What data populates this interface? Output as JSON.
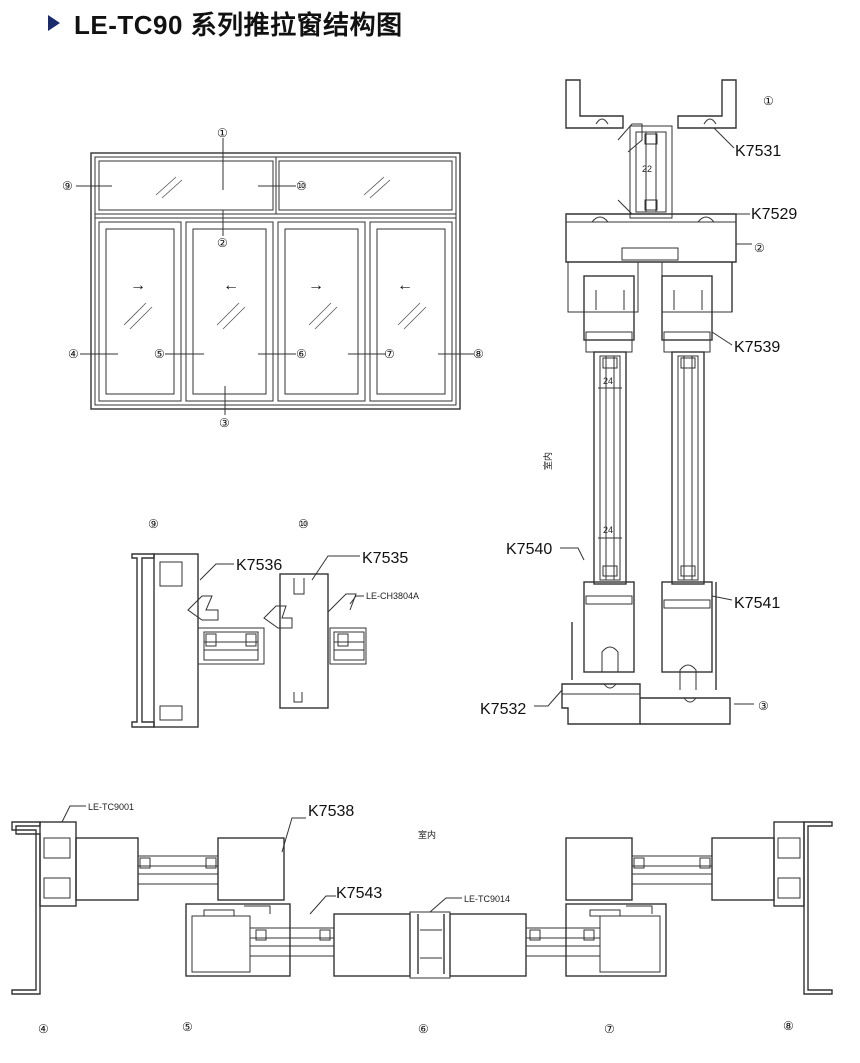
{
  "header": {
    "title": "LE-TC90 系列推拉窗结构图"
  },
  "elevation": {
    "callouts": [
      "①",
      "②",
      "③",
      "④",
      "⑤",
      "⑥",
      "⑦",
      "⑧",
      "⑨",
      "⑩"
    ],
    "arrows": [
      "→",
      "←",
      "→",
      "←"
    ]
  },
  "vertical_section": {
    "callouts": {
      "top": "①",
      "mid": "②",
      "bottom": "③"
    },
    "profiles": [
      "K7531",
      "K7529",
      "K7539",
      "K7540",
      "K7541",
      "K7532"
    ],
    "dims": [
      "22",
      "24",
      "24"
    ],
    "interior": "室内"
  },
  "transom_section": {
    "callouts": {
      "left": "⑨",
      "right": "⑩"
    },
    "profiles": [
      "K7536",
      "K7535"
    ],
    "seal": "LE-CH3804A"
  },
  "horizontal_section": {
    "callouts": [
      "④",
      "⑤",
      "⑥",
      "⑦",
      "⑧"
    ],
    "profiles": [
      "LE-TC9001",
      "K7538",
      "K7543",
      "LE-TC9014"
    ],
    "interior": "室内"
  }
}
